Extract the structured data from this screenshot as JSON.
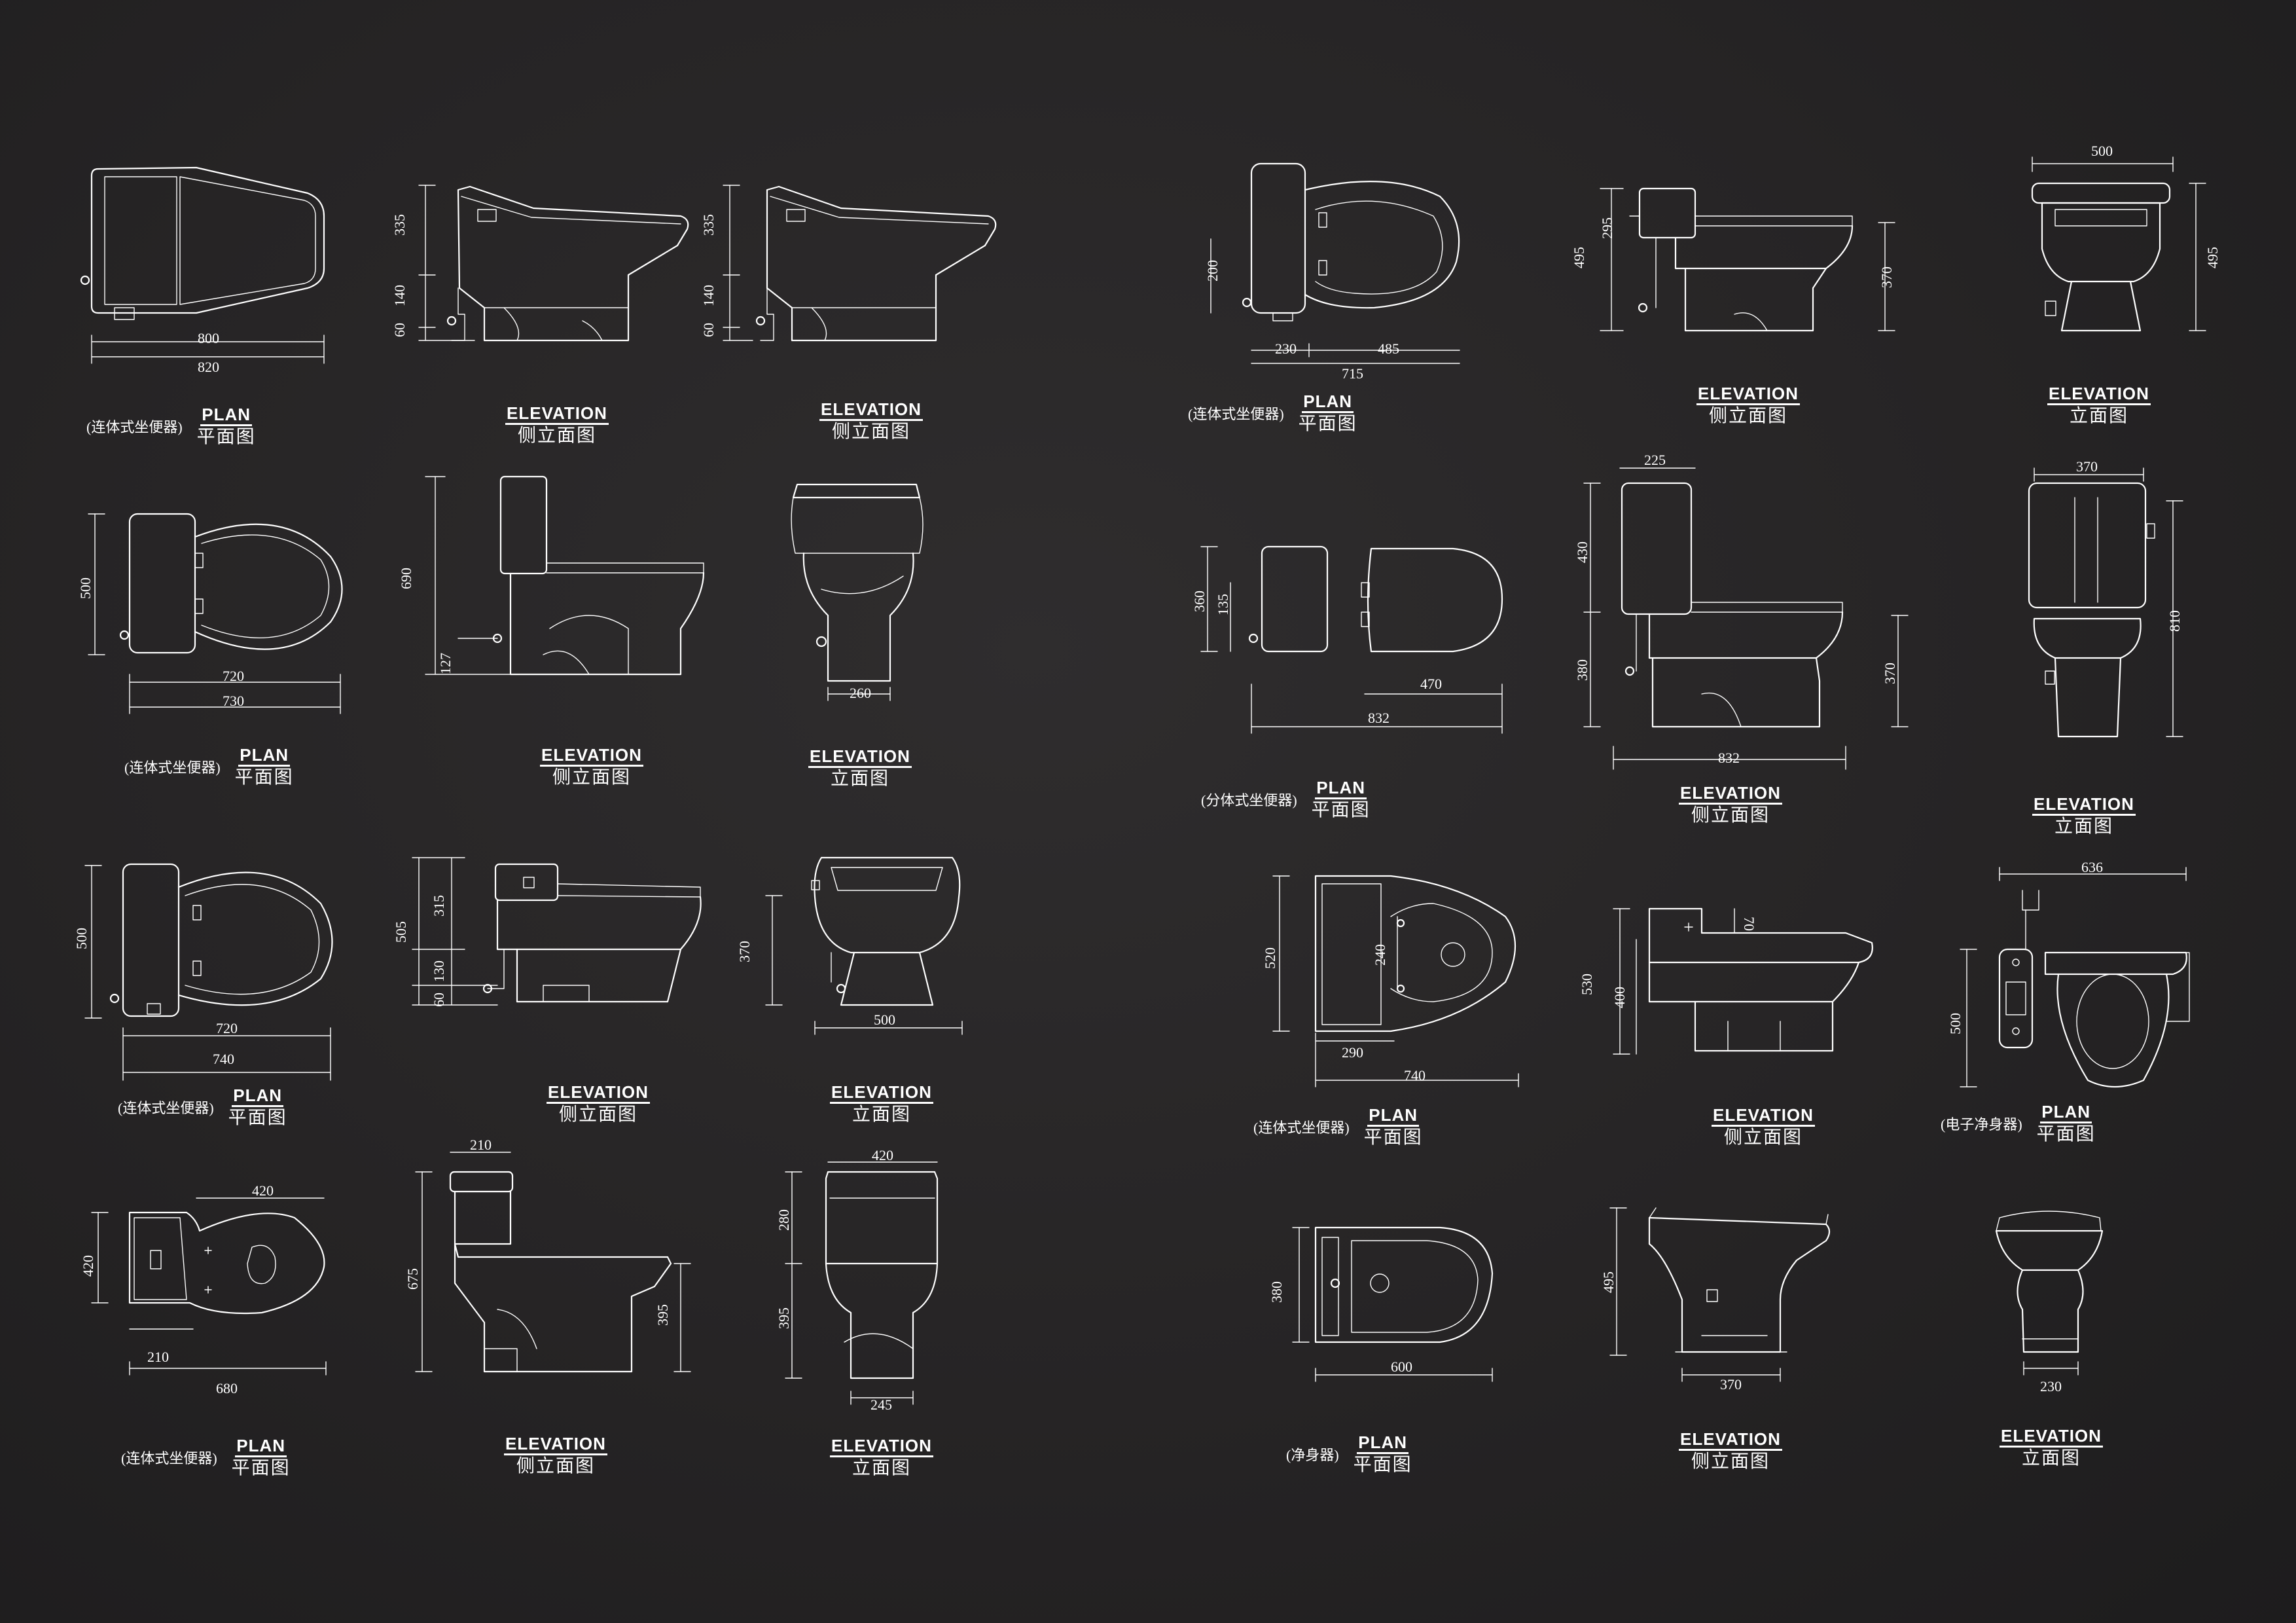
{
  "colors": {
    "background": "#262425",
    "line": "#ffffff"
  },
  "blocks": [
    {
      "id": "b1",
      "prefix": "(连体式坐便器)",
      "en": "PLAN",
      "cn": "平面图",
      "dims": [
        "800",
        "820"
      ]
    },
    {
      "id": "b2",
      "prefix": "",
      "en": "ELEVATION",
      "cn": "侧立面图",
      "dims": [
        "335",
        "140",
        "60"
      ]
    },
    {
      "id": "b3",
      "prefix": "",
      "en": "ELEVATION",
      "cn": "侧立面图",
      "dims": [
        "335",
        "140",
        "60"
      ]
    },
    {
      "id": "b4",
      "prefix": "(连体式坐便器)",
      "en": "PLAN",
      "cn": "平面图",
      "dims": [
        "200",
        "230",
        "485",
        "715"
      ]
    },
    {
      "id": "b5",
      "prefix": "",
      "en": "ELEVATION",
      "cn": "侧立面图",
      "dims": [
        "495",
        "295",
        "370"
      ]
    },
    {
      "id": "b6",
      "prefix": "",
      "en": "ELEVATION",
      "cn": "立面图",
      "dims": [
        "500",
        "495"
      ]
    },
    {
      "id": "b7",
      "prefix": "(连体式坐便器)",
      "en": "PLAN",
      "cn": "平面图",
      "dims": [
        "500",
        "720",
        "730"
      ]
    },
    {
      "id": "b8",
      "prefix": "",
      "en": "ELEVATION",
      "cn": "侧立面图",
      "dims": [
        "690",
        "127"
      ]
    },
    {
      "id": "b9",
      "prefix": "",
      "en": "ELEVATION",
      "cn": "立面图",
      "dims": [
        "260"
      ]
    },
    {
      "id": "b10",
      "prefix": "(分体式坐便器)",
      "en": "PLAN",
      "cn": "平面图",
      "dims": [
        "360",
        "135",
        "470",
        "832"
      ]
    },
    {
      "id": "b11",
      "prefix": "",
      "en": "ELEVATION",
      "cn": "侧立面图",
      "dims": [
        "225",
        "430",
        "380",
        "370",
        "832"
      ]
    },
    {
      "id": "b12",
      "prefix": "",
      "en": "ELEVATION",
      "cn": "立面图",
      "dims": [
        "370",
        "810"
      ]
    },
    {
      "id": "b13",
      "prefix": "(连体式坐便器)",
      "en": "PLAN",
      "cn": "平面图",
      "dims": [
        "500",
        "720",
        "740"
      ]
    },
    {
      "id": "b14",
      "prefix": "",
      "en": "ELEVATION",
      "cn": "侧立面图",
      "dims": [
        "505",
        "315",
        "130",
        "60"
      ]
    },
    {
      "id": "b15",
      "prefix": "",
      "en": "ELEVATION",
      "cn": "立面图",
      "dims": [
        "370",
        "500"
      ]
    },
    {
      "id": "b16",
      "prefix": "(连体式坐便器)",
      "en": "PLAN",
      "cn": "平面图",
      "dims": [
        "520",
        "240",
        "290",
        "740"
      ]
    },
    {
      "id": "b17",
      "prefix": "",
      "en": "ELEVATION",
      "cn": "侧立面图",
      "dims": [
        "70",
        "530",
        "400"
      ]
    },
    {
      "id": "b18",
      "prefix": "(电子净身器)",
      "en": "PLAN",
      "cn": "平面图",
      "dims": [
        "636",
        "500"
      ]
    },
    {
      "id": "b19",
      "prefix": "(连体式坐便器)",
      "en": "PLAN",
      "cn": "平面图",
      "dims": [
        "420",
        "420",
        "210",
        "680"
      ]
    },
    {
      "id": "b20",
      "prefix": "",
      "en": "ELEVATION",
      "cn": "侧立面图",
      "dims": [
        "210",
        "675",
        "395"
      ]
    },
    {
      "id": "b21",
      "prefix": "",
      "en": "ELEVATION",
      "cn": "立面图",
      "dims": [
        "420",
        "280",
        "395",
        "245"
      ]
    },
    {
      "id": "b22",
      "prefix": "(净身器)",
      "en": "PLAN",
      "cn": "平面图",
      "dims": [
        "380",
        "600"
      ]
    },
    {
      "id": "b23",
      "prefix": "",
      "en": "ELEVATION",
      "cn": "侧立面图",
      "dims": [
        "495",
        "370"
      ]
    },
    {
      "id": "b24",
      "prefix": "",
      "en": "ELEVATION",
      "cn": "立面图",
      "dims": [
        "230"
      ]
    }
  ]
}
